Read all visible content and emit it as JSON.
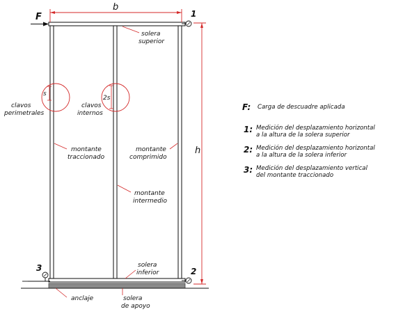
{
  "diagram": {
    "labels": {
      "force": "F",
      "width": "b",
      "height": "h",
      "point1": "1",
      "point2": "2",
      "point3": "3",
      "spacing_perimeter": "s",
      "spacing_internal": "2s"
    },
    "callouts": {
      "top_plate": [
        "solera",
        "superior"
      ],
      "perimeter_nails": [
        "clavos",
        "perimetrales"
      ],
      "internal_nails": [
        "clavos",
        "internos"
      ],
      "tension_stud": [
        "montante",
        "traccionado"
      ],
      "compression_stud": [
        "montante",
        "comprimido"
      ],
      "intermediate_stud": [
        "montante",
        "intermedio"
      ],
      "bottom_plate": [
        "solera",
        "inferior"
      ],
      "anchor": [
        "anclaje"
      ],
      "base_plate": [
        "solera",
        "de apoyo"
      ]
    },
    "legend": [
      {
        "key": "F:",
        "lines": [
          "Carga de descuadre aplicada"
        ]
      },
      {
        "key": "1:",
        "lines": [
          "Medición del desplazamiento horizontal",
          "a la altura de la solera superior"
        ]
      },
      {
        "key": "2:",
        "lines": [
          "Medición del desplazamiento horizontal",
          "a la altura de la solera inferior"
        ]
      },
      {
        "key": "3:",
        "lines": [
          "Medición del desplazamiento vertical",
          "del montante traccionado"
        ]
      }
    ]
  }
}
